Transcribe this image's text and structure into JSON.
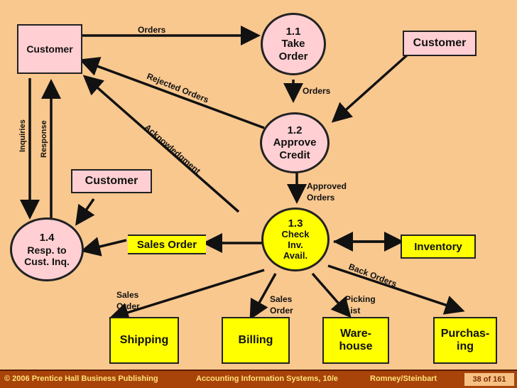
{
  "entities": {
    "customer_top_left": "Customer",
    "customer_top_right": "Customer",
    "customer_middle": "Customer",
    "shipping": "Shipping",
    "billing": "Billing",
    "warehouse": "Ware-\nhouse",
    "purchasing": "Purchas-\ning"
  },
  "stores": {
    "sales_order": "Sales Order",
    "inventory": "Inventory"
  },
  "processes": {
    "p11": {
      "number": "1.1",
      "name": "Take\nOrder"
    },
    "p12": {
      "number": "1.2",
      "name": "Approve\nCredit"
    },
    "p13": {
      "number": "1.3",
      "name": "Check\nInv.\nAvail."
    },
    "p14": {
      "number": "1.4",
      "name": "Resp. to\nCust. Inq."
    }
  },
  "flows": {
    "orders_top": "Orders",
    "orders_down": "Orders",
    "rejected_orders": "Rejected Orders",
    "acknowledgment": "Acknowledgment",
    "inquiries": "Inquiries",
    "response": "Response",
    "approved_orders": "Approved\nOrders",
    "back_orders": "Back Orders",
    "sales_order_left": "Sales\nOrder",
    "sales_order_mid": "Sales\nOrder",
    "picking_list": "Picking\nList"
  },
  "footer": {
    "copyright": "© 2006 Prentice Hall Business Publishing",
    "book": "Accounting Information Systems, 10/e",
    "authors": "Romney/Steinbart",
    "slide": "38 of 161"
  }
}
